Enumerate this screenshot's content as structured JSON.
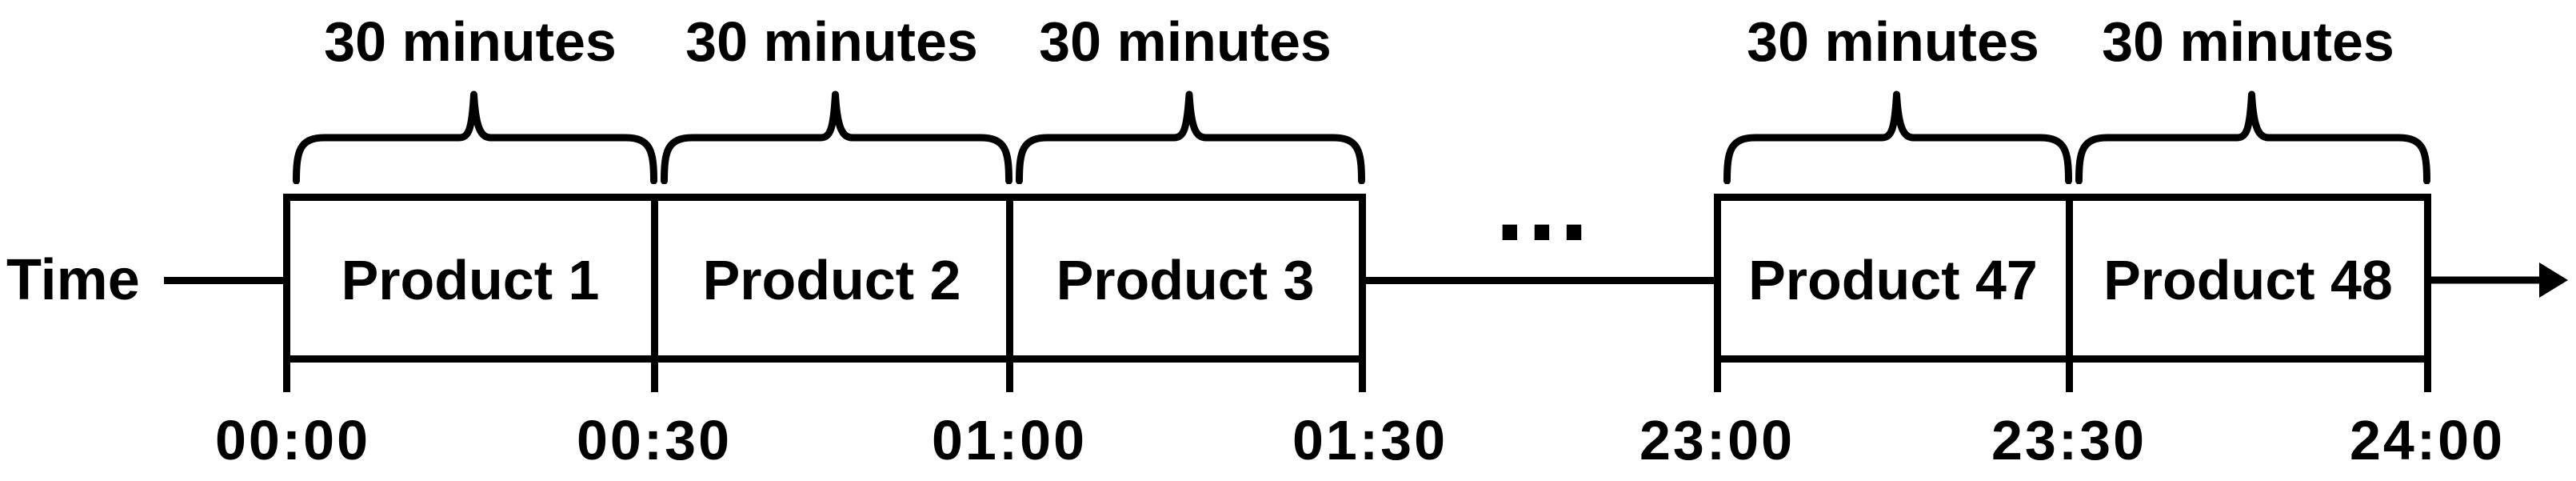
{
  "diagram": {
    "axis_label": "Time",
    "ellipsis": "...",
    "segments": [
      {
        "label": "Product 1",
        "duration": "30 minutes",
        "start": "00:00",
        "end": "00:30"
      },
      {
        "label": "Product 2",
        "duration": "30 minutes",
        "start": "00:30",
        "end": "01:00"
      },
      {
        "label": "Product 3",
        "duration": "30 minutes",
        "start": "01:00",
        "end": "01:30"
      },
      {
        "label": "Product 47",
        "duration": "30 minutes",
        "start": "23:00",
        "end": "23:30"
      },
      {
        "label": "Product 48",
        "duration": "30 minutes",
        "start": "23:30",
        "end": "24:00"
      }
    ],
    "time_ticks": [
      "00:00",
      "00:30",
      "01:00",
      "01:30",
      "23:00",
      "23:30",
      "24:00"
    ],
    "colors": {
      "ink": "#000000",
      "background": "#ffffff"
    }
  }
}
